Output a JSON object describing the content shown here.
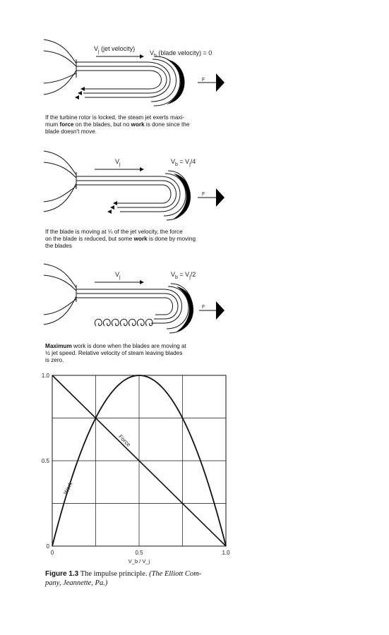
{
  "panels": [
    {
      "jet_label": "V",
      "jet_sub": "j",
      "jet_note": " (jet velocity)",
      "blade_label": "V",
      "blade_sub": "b",
      "blade_rest": " (blade velocity) = 0",
      "force_label": "F",
      "caption_parts": [
        "If the turbine rotor is locked, the steam jet exerts maxi-\nmum ",
        "force",
        " on the blades, but no ",
        "work",
        " is done since the\nblade doesn't move."
      ]
    },
    {
      "jet_label": "V",
      "jet_sub": "j",
      "jet_note": "",
      "blade_label": "V",
      "blade_sub": "b",
      "blade_rest": " = V",
      "blade_rest_sub": "j",
      "blade_rest_tail": "/4",
      "force_label": "F",
      "caption_parts": [
        "If the blade is moving at ¼ of the jet velocity, the force\non the blade is reduced, but some ",
        "work",
        " is done by moving\nthe blades"
      ]
    },
    {
      "jet_label": "V",
      "jet_sub": "j",
      "jet_note": "",
      "blade_label": "V",
      "blade_sub": "b",
      "blade_rest": " = V",
      "blade_rest_sub": "j",
      "blade_rest_tail": "/2",
      "force_label": "F",
      "caption_parts": [
        "",
        "Maximum",
        " work is done when the blades are moving at\n½ jet speed. Relative velocity of steam leaving blades\nis zero."
      ]
    }
  ],
  "chart_data": {
    "type": "line",
    "title": "",
    "xlabel": "V_b / V_j",
    "ylabel": "",
    "xlim": [
      0,
      1.0
    ],
    "ylim": [
      0,
      1.0
    ],
    "x_ticks": [
      "0",
      "0.5",
      "1.0"
    ],
    "y_ticks": [
      "0",
      "0.5",
      "1.0"
    ],
    "grid": true,
    "series": [
      {
        "name": "Force",
        "x": [
          0,
          0.25,
          0.5,
          0.75,
          1.0
        ],
        "values": [
          1.0,
          0.75,
          0.5,
          0.25,
          0
        ]
      },
      {
        "name": "Work",
        "x": [
          0,
          0.1,
          0.2,
          0.3,
          0.4,
          0.5,
          0.6,
          0.7,
          0.8,
          0.9,
          1.0
        ],
        "values": [
          0,
          0.36,
          0.64,
          0.84,
          0.96,
          1.0,
          0.96,
          0.84,
          0.64,
          0.36,
          0
        ]
      }
    ]
  },
  "figure_caption": {
    "number": "Figure 1.3",
    "text": "The impulse principle.",
    "credit": "(The Elliott Com-\npany, Jeannette, Pa.)"
  }
}
